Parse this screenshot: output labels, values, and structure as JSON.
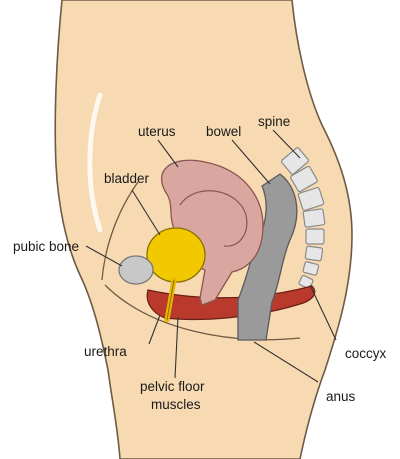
{
  "labels": {
    "uterus": "uterus",
    "bowel": "bowel",
    "spine": "spine",
    "bladder": "bladder",
    "pubic_bone": "pubic bone",
    "urethra": "urethra",
    "pelvic_floor_line1": "pelvic floor",
    "pelvic_floor_line2": "muscles",
    "anus": "anus",
    "coccyx": "coccyx"
  },
  "colors": {
    "skin": "#f7d9b2",
    "skin_outline": "#6e5a45",
    "uterus": "#d9a6a0",
    "bladder": "#f2c800",
    "bone": "#c8c8c8",
    "bowel": "#9a9a9a",
    "muscle": "#b93a2d",
    "leader": "#333333"
  }
}
